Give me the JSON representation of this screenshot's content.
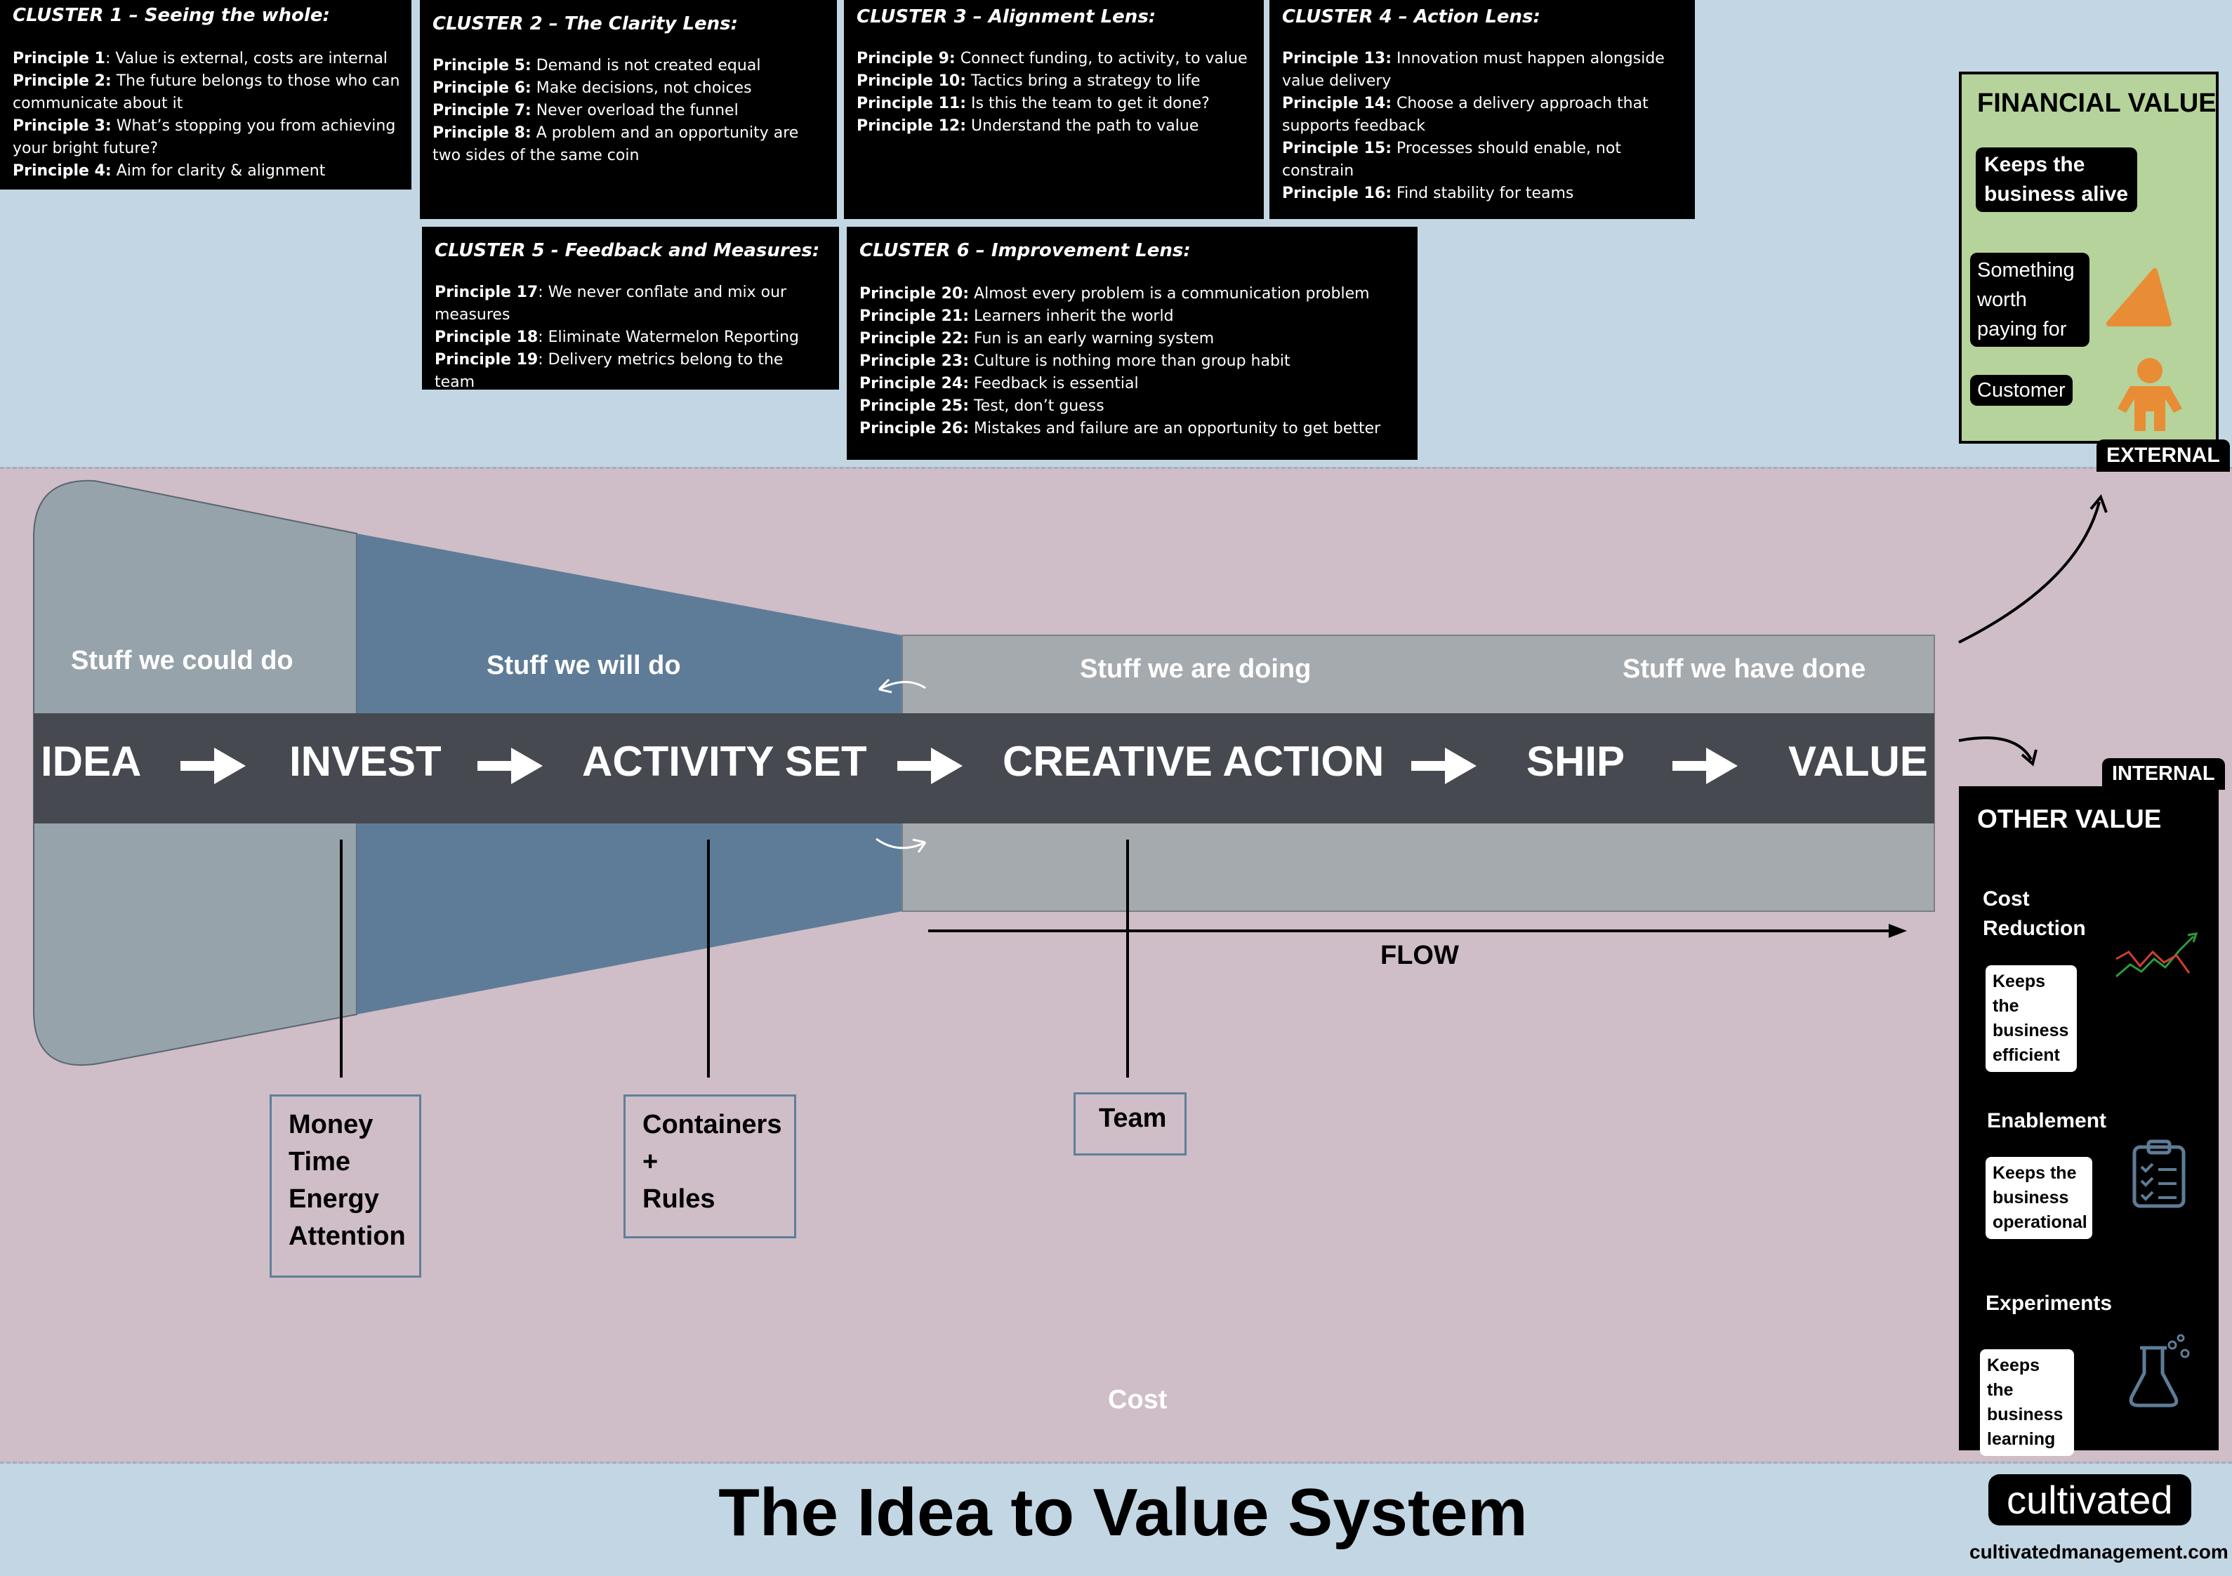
{
  "clusters": [
    {
      "title": "CLUSTER 1 – Seeing the whole:",
      "principles": [
        {
          "label": "Principle 1",
          "text": ": Value is external, costs are internal"
        },
        {
          "label": "Principle 2:",
          "text": " The future belongs to those who can communicate about it"
        },
        {
          "label": "Principle 3:",
          "text": " What’s stopping you from achieving your bright future?"
        },
        {
          "label": "Principle 4:",
          "text": " Aim for clarity & alignment"
        }
      ]
    },
    {
      "title": "CLUSTER 2 – The Clarity Lens:",
      "principles": [
        {
          "label": "Principle 5:",
          "text": " Demand is not created equal"
        },
        {
          "label": "Principle 6:",
          "text": " Make decisions, not choices"
        },
        {
          "label": "Principle 7:",
          "text": " Never overload the funnel"
        },
        {
          "label": "Principle 8:",
          "text": " A problem and an opportunity are two sides of the same coin"
        }
      ]
    },
    {
      "title": "CLUSTER 3 – Alignment Lens:",
      "principles": [
        {
          "label": "Principle 9:",
          "text": " Connect funding, to activity, to value"
        },
        {
          "label": "Principle 10:",
          "text": " Tactics bring a strategy to life"
        },
        {
          "label": "Principle 11:",
          "text": " Is this the team to get it done?"
        },
        {
          "label": "Principle 12:",
          "text": " Understand the path to value"
        }
      ]
    },
    {
      "title": "CLUSTER 4 – Action Lens:",
      "principles": [
        {
          "label": "Principle 13:",
          "text": " Innovation must happen alongside value delivery"
        },
        {
          "label": "Principle 14:",
          "text": " Choose a delivery approach that supports feedback"
        },
        {
          "label": "Principle 15:",
          "text": " Processes should enable, not constrain"
        },
        {
          "label": "Principle 16:",
          "text": " Find stability for teams"
        }
      ]
    },
    {
      "title": "CLUSTER 5 - Feedback and Measures:",
      "principles": [
        {
          "label": "Principle 17",
          "text": ": We never conflate and mix our measures"
        },
        {
          "label": "Principle 18",
          "text": ": Eliminate Watermelon Reporting"
        },
        {
          "label": "Principle 19",
          "text": ": Delivery metrics belong to the team"
        }
      ]
    },
    {
      "title": "CLUSTER 6 – Improvement Lens:",
      "principles": [
        {
          "label": "Principle 20:",
          "text": " Almost every problem is a communication problem"
        },
        {
          "label": "Principle 21:",
          "text": " Learners inherit the world"
        },
        {
          "label": "Principle 22:",
          "text": " Fun is an early warning system"
        },
        {
          "label": "Principle 23:",
          "text": " Culture is nothing more than group habit"
        },
        {
          "label": "Principle 24:",
          "text": " Feedback is essential"
        },
        {
          "label": "Principle 25:",
          "text": " Test, don’t guess"
        },
        {
          "label": "Principle 26:",
          "text": " Mistakes and failure are an opportunity to get better"
        }
      ]
    }
  ],
  "funnel": {
    "zones": [
      "Stuff we could do",
      "Stuff we will do",
      "Stuff we are doing",
      "Stuff we have done"
    ],
    "stages": [
      "IDEA",
      "INVEST",
      "ACTIVITY SET",
      "CREATIVE ACTION",
      "SHIP",
      "VALUE"
    ],
    "flow_label": "FLOW",
    "cost_label": "Cost"
  },
  "resources": {
    "invest": "Money\nTime\nEnergy\nAttention",
    "activity": "Containers\n+\nRules",
    "action": "Team"
  },
  "financial": {
    "title": "FINANCIAL VALUE",
    "keeps_alive": "Keeps the business alive",
    "worth_paying": "Something worth paying for",
    "customer": "Customer",
    "tag": "EXTERNAL"
  },
  "other": {
    "tag": "INTERNAL",
    "title": "OTHER VALUE",
    "items": [
      {
        "heading": "Cost Reduction",
        "pill": "Keeps the\nbusiness\nefficient"
      },
      {
        "heading": "Enablement",
        "pill": "Keeps the\nbusiness\noperational"
      },
      {
        "heading": "Experiments",
        "pill": "Keeps the\nbusiness\nlearning"
      }
    ]
  },
  "page_title": "The Idea to Value System",
  "brand": {
    "name": "cultivated",
    "url": "cultivatedmanagement.com"
  },
  "colors": {
    "background": "#c3d6e3",
    "cost_area": "#cfbdc7",
    "financial": "#b5d39a",
    "accent_orange": "#e98c36",
    "band": "#464a50",
    "invest_blue": "#5e7c97",
    "idea_grey": "#97a3ab"
  }
}
